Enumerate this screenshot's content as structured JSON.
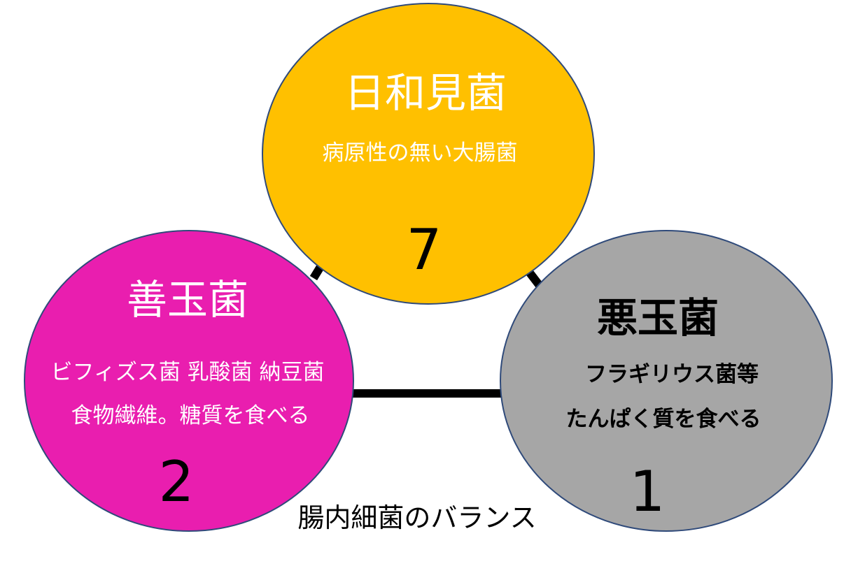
{
  "caption": "腸内細菌のバランス",
  "groups": {
    "neutral": {
      "title": "日和見菌",
      "lines": [
        "病原性の無い大腸菌"
      ],
      "count": "7",
      "fill": "#FFC000",
      "text_color": "#FFFFFF",
      "count_color": "#000000"
    },
    "good": {
      "title": "善玉菌",
      "lines": [
        "ビフィズス菌 乳酸菌 納豆菌",
        "食物繊維。糖質を食べる"
      ],
      "count": "2",
      "fill": "#E91EAF",
      "text_color": "#FFFFFF",
      "count_color": "#000000"
    },
    "bad": {
      "title": "悪玉菌",
      "lines": [
        "フラギリウス菌等",
        "たんぱく質を食べる"
      ],
      "count": "1",
      "fill": "#A6A6A6",
      "text_color": "#000000",
      "count_color": "#000000"
    }
  },
  "colors": {
    "outline": "#2F4A7A",
    "connector": "#000000"
  }
}
